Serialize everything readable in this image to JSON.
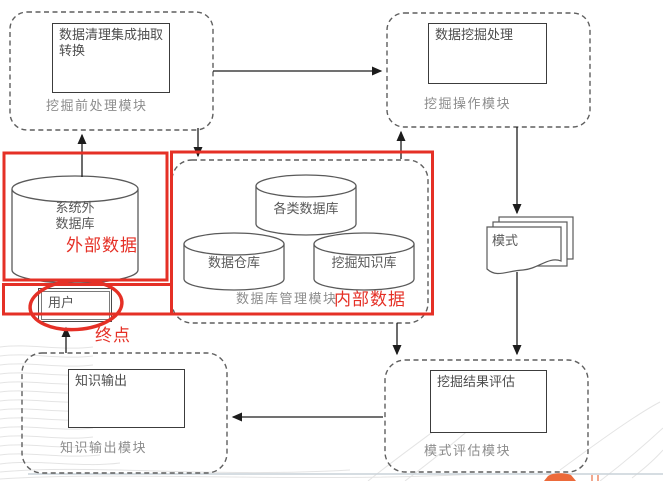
{
  "modules": {
    "preprocess": {
      "box_label": "数据清理集成抽取转换",
      "label": "挖掘前处理模块"
    },
    "operation": {
      "box_label": "数据挖掘处理",
      "label": "挖掘操作模块"
    },
    "db_management": {
      "label": "数据库管理模块",
      "cylinders": [
        "各类数据库",
        "数据仓库",
        "挖掘知识库"
      ]
    },
    "knowledge_output": {
      "box_label": "知识输出",
      "label": "知识输出模块"
    },
    "pattern_evaluation": {
      "box_label": "挖掘结果评估",
      "label": "模式评估模块"
    }
  },
  "shapes": {
    "external_db": "系统外\n数据库",
    "pattern_document": "模式",
    "user": "用户"
  },
  "annotations": {
    "external_data": "外部数据",
    "internal_data": "内部数据",
    "endpoint": "终点",
    "color": "#e53026"
  }
}
